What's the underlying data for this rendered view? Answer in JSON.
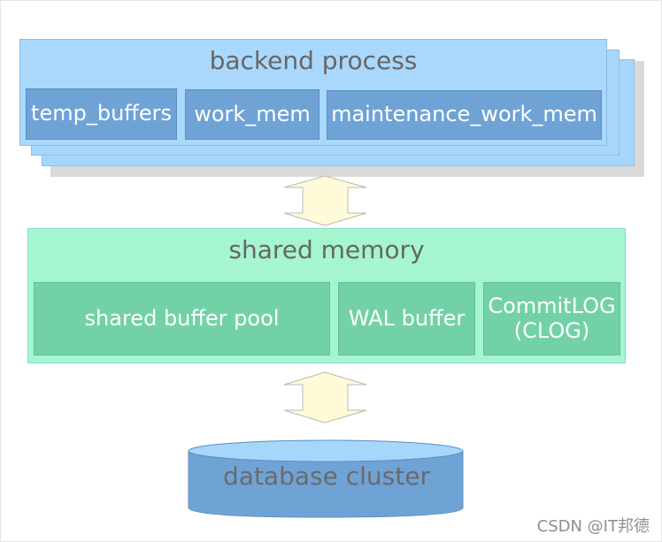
{
  "backend_process": {
    "title": "backend process",
    "buffers": [
      "temp_buffers",
      "work_mem",
      "maintenance_work_mem"
    ]
  },
  "shared_memory": {
    "title": "shared memory",
    "buffers": [
      "shared buffer pool",
      "WAL buffer"
    ],
    "clog": {
      "line1": "CommitLOG",
      "line2": "(CLOG)"
    }
  },
  "database_cluster": {
    "label": "database cluster"
  },
  "watermark": "CSDN @IT邦德",
  "colors": {
    "backend_fill": "#a9d8fc",
    "backend_cell": "#6fa3d6",
    "shared_fill": "#a5f5d1",
    "shared_cell": "#73d1a8",
    "arrow_fill": "#fffbd8",
    "db_fill": "#6fa3d6"
  }
}
